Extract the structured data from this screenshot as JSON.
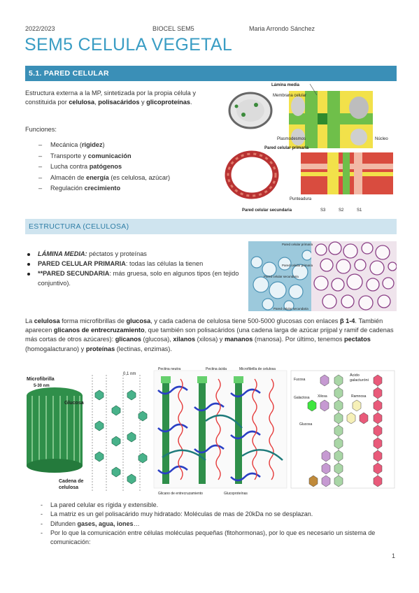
{
  "header": {
    "year": "2022/2023",
    "course": "BIOCEL SEM5",
    "author": "Maria Arrondo Sánchez"
  },
  "title": "SEM5 CELULA VEGETAL",
  "section1": {
    "heading": "5.1. PARED CELULAR",
    "intro": [
      {
        "t": "Estructura externa a la MP, sintetizada por la propia célula y constituida por "
      },
      {
        "t": "celulosa",
        "b": true
      },
      {
        "t": ", "
      },
      {
        "t": "polisacáridos",
        "b": true
      },
      {
        "t": " y "
      },
      {
        "t": "glicoproteínas",
        "b": true
      },
      {
        "t": "."
      }
    ],
    "funciones_label": "Funciones:",
    "funciones": [
      [
        {
          "t": "Mecánica ("
        },
        {
          "t": "rigidez",
          "b": true
        },
        {
          "t": ")"
        }
      ],
      [
        {
          "t": "Transporte y "
        },
        {
          "t": "comunicación",
          "b": true
        }
      ],
      [
        {
          "t": "Lucha contra "
        },
        {
          "t": "patógenos",
          "b": true
        }
      ],
      [
        {
          "t": "Almacén de "
        },
        {
          "t": "energía",
          "b": true
        },
        {
          "t": " (es celulosa, azúcar)"
        }
      ],
      [
        {
          "t": "Regulación "
        },
        {
          "t": "crecimiento",
          "b": true
        }
      ]
    ],
    "figure_labels": {
      "lamina_media": "Lámina media",
      "membrana": "Membrana celular",
      "plasmodesmos": "Plasmodesmos",
      "nucleo": "Núcleo",
      "primaria": "Pared celular primaria",
      "punteadura": "Punteadura",
      "secundaria": "Pared celular secundaria",
      "s3": "S3",
      "s2": "S2",
      "s1": "S1"
    }
  },
  "section2": {
    "heading": "ESTRUCTURA (CELULOSA)",
    "bullets": [
      [
        {
          "t": "LÁMINA MEDIA:",
          "b": true,
          "i": true
        },
        {
          "t": " péctatos y proteínas"
        }
      ],
      [
        {
          "t": "PARED CELULAR PRIMARIA",
          "b": true
        },
        {
          "t": ": todas las células la tienen"
        }
      ],
      [
        {
          "t": "**PARED SECUNDARIA",
          "b": true
        },
        {
          "t": ": más gruesa, solo en algunos tipos (en tejido conjuntivo)."
        }
      ]
    ],
    "micro_labels": {
      "a": "Pared celular primaria",
      "b": "Pared celular primaria",
      "c": "Pared celular secundaria",
      "d": "Pared celular secundaria"
    },
    "paragraph": [
      {
        "t": "La "
      },
      {
        "t": "celulosa",
        "b": true
      },
      {
        "t": " forma microfibrillas de "
      },
      {
        "t": "glucosa",
        "b": true
      },
      {
        "t": ", y cada cadena de celulosa tiene 500-5000 glucosas con enlaces "
      },
      {
        "t": "β 1-4",
        "b": true
      },
      {
        "t": ". También aparecen "
      },
      {
        "t": "glicanos de entrecruzamiento",
        "b": true
      },
      {
        "t": ", que también son polisacáridos (una cadena larga de azúcar prijpal y ramif de cadenas más cortas de otros azúcares): "
      },
      {
        "t": "glicanos",
        "b": true
      },
      {
        "t": " (glucosa), "
      },
      {
        "t": "xilanos",
        "b": true
      },
      {
        "t": " (xilosa) y "
      },
      {
        "t": "mananos",
        "b": true
      },
      {
        "t": " (manosa). Por último, tenemos "
      },
      {
        "t": "pectatos",
        "b": true
      },
      {
        "t": " (homogalacturano) y "
      },
      {
        "t": "proteínas",
        "b": true
      },
      {
        "t": " (lectinas, enzimas)."
      }
    ],
    "fig2_labels": {
      "microfibrilla": "Microfibrilla",
      "size": "5-30 nm",
      "glucosa": "Glucosa",
      "cadena": "Cadena de",
      "celulosa": "celulosa",
      "nm": "0,1 nm",
      "pectina_neutra": "Pectina neutra",
      "pectina_acida": "Pectina ácida",
      "microfibrilla_celulosa": "Microfibrilla de celulosa",
      "glicano": "Glicano de entrecruzamiento",
      "glucoproteinas": "Glucoproteínas",
      "fucosa": "Fucosa",
      "galactosa": "Galactosa",
      "xilosa": "Xilosa",
      "glucosa2": "Glucosa",
      "acido": "Ácido",
      "galacturoni": "galacturóni",
      "ramnosa": "Ramnosa"
    },
    "notes": [
      [
        {
          "t": "La pared celular es rígida y extensible."
        }
      ],
      [
        {
          "t": "La matriz es un gel polisacárido muy hidratado: Moléculas de mas de 20kDa no se desplazan."
        }
      ],
      [
        {
          "t": "Difunden "
        },
        {
          "t": "gases, agua, iones",
          "b": true
        },
        {
          "t": "…"
        }
      ],
      [
        {
          "t": "Por lo que la comunicación entre células moléculas pequeñas (fitohormonas), por lo que es necesario un sistema de comunicación:"
        }
      ]
    ]
  },
  "page_number": "1",
  "colors": {
    "accent": "#3a8fb7",
    "title": "#3a9dc4",
    "subbar": "#cfe4ef"
  }
}
